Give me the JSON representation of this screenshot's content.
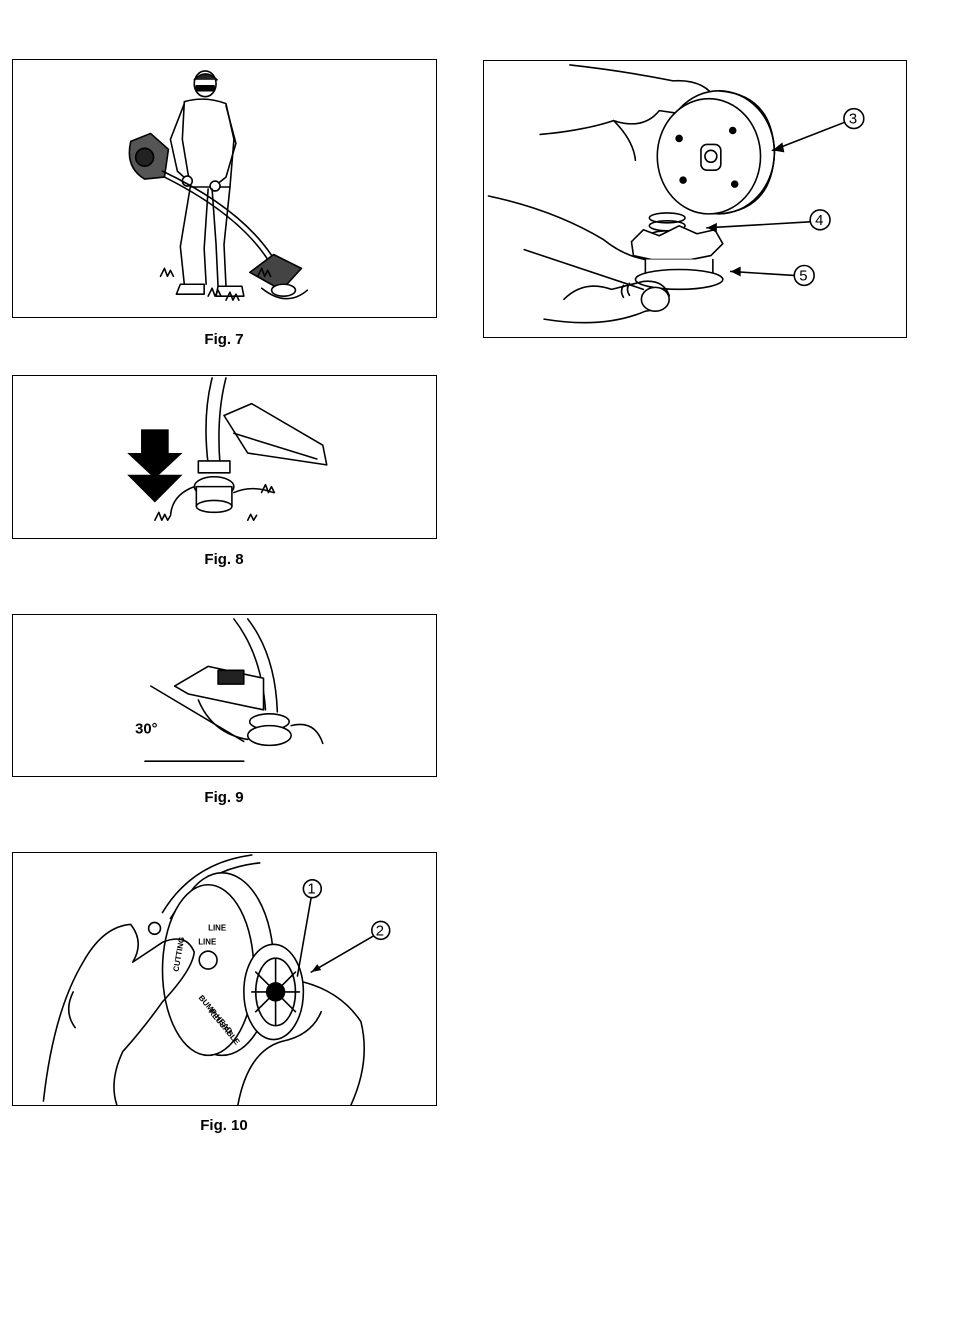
{
  "figures": [
    {
      "caption": "Fig. 7"
    },
    {
      "caption": "Fig. 8"
    },
    {
      "caption": "Fig. 9",
      "angle_label": "30°"
    },
    {
      "caption": "Fig. 10",
      "callouts": [
        "1",
        "2"
      ],
      "reel_text": [
        "LINE",
        "LINE",
        "BUMP HEAD",
        "REUSABLE",
        "CUTTING"
      ]
    },
    {
      "callouts": [
        "3",
        "4",
        "5"
      ]
    }
  ]
}
